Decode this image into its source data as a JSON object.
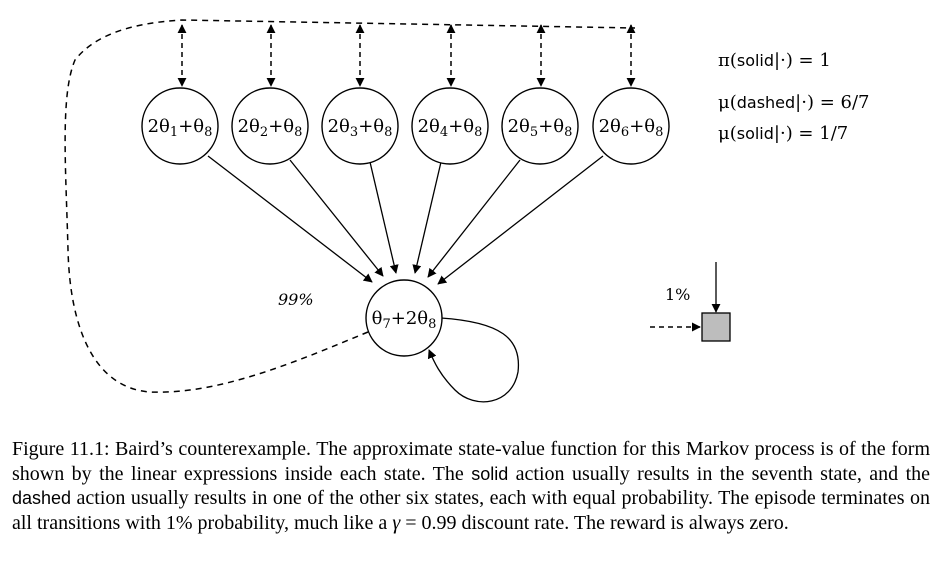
{
  "diagram": {
    "top_states": [
      {
        "coef": "2θ",
        "sub": "1",
        "plus": "+θ",
        "sub2": "8"
      },
      {
        "coef": "2θ",
        "sub": "2",
        "plus": "+θ",
        "sub2": "8"
      },
      {
        "coef": "2θ",
        "sub": "3",
        "plus": "+θ",
        "sub2": "8"
      },
      {
        "coef": "2θ",
        "sub": "4",
        "plus": "+θ",
        "sub2": "8"
      },
      {
        "coef": "2θ",
        "sub": "5",
        "plus": "+θ",
        "sub2": "8"
      },
      {
        "coef": "2θ",
        "sub": "6",
        "plus": "+θ",
        "sub2": "8"
      }
    ],
    "center_state": {
      "a": "θ",
      "sub": "7",
      "plus": "+2θ",
      "sub2": "8"
    },
    "label_99": "99%",
    "label_1": "1%",
    "policy": [
      {
        "fn": "π(",
        "word": "solid",
        "rest": "|·) = 1"
      },
      {
        "fn": "μ(",
        "word": "dashed",
        "rest": "|·) = 6/7"
      },
      {
        "fn": "μ(",
        "word": "solid",
        "rest": "|·) = 1/7"
      }
    ]
  },
  "caption": {
    "label": "Figure 11.1:",
    "t1": " Baird’s counterexample. The approximate state-value function for this Markov process is of the form shown by the linear expressions inside each state. The ",
    "w_solid": "solid",
    "t2": " action usually results in the seventh state, and the ",
    "w_dashed": "dashed",
    "t3": " action usually results in one of the other six states, each with equal probability. The episode terminates on all transitions with 1% probability, much like a ",
    "gamma": "γ",
    "t4": " = 0.99 discount rate. The reward is always zero."
  }
}
